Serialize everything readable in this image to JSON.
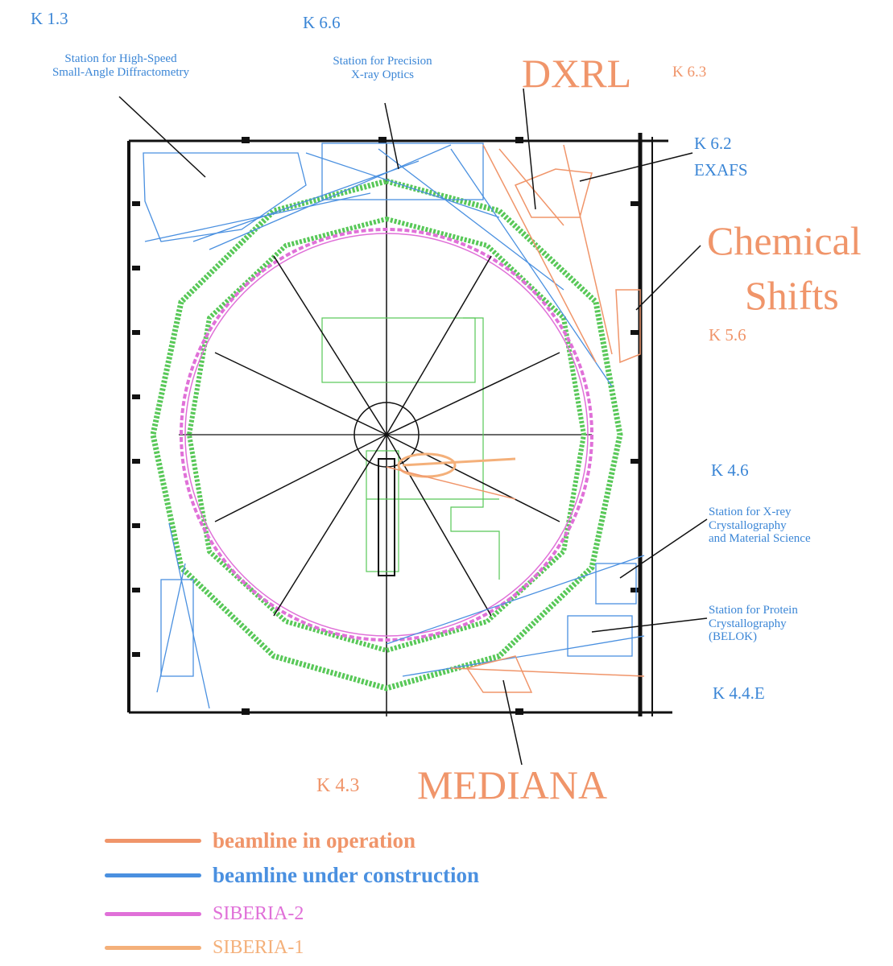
{
  "colors": {
    "operation": "#f0956a",
    "construction": "#4a90e0",
    "siberia2": "#e070d8",
    "siberia1": "#f4b07a",
    "ring": "#58c858",
    "wall": "#111111"
  },
  "labels": {
    "k13": "K 1.3",
    "k13_desc_1": "Station for High-Speed",
    "k13_desc_2": "Small-Angle Diffractometry",
    "k66": "K 6.6",
    "k66_desc_1": "Station for Precision",
    "k66_desc_2": "X-ray Optics",
    "dxrl": "DXRL",
    "k63": "K 6.3",
    "k62": "K 6.2",
    "exafs": "EXAFS",
    "chemical": "Chemical",
    "shifts": "Shifts",
    "k56": "K 5.6",
    "k46": "K 4.6",
    "k46_desc_1": "Station for X-rey",
    "k46_desc_2": "Crystallography",
    "k46_desc_3": "and Material Science",
    "protein_1": "Station for Protein",
    "protein_2": "Crystallography",
    "protein_3": "(BELOK)",
    "k44e": "K 4.4.E",
    "k43": "K 4.3",
    "mediana": "MEDIANA"
  },
  "legend": [
    {
      "label": "beamline in operation",
      "color": "#f0956a"
    },
    {
      "label": "beamline under construction",
      "color": "#4a90e0"
    },
    {
      "label": "SIBERIA-2",
      "color": "#e070d8"
    },
    {
      "label": "SIBERIA-1",
      "color": "#f4b07a"
    }
  ]
}
